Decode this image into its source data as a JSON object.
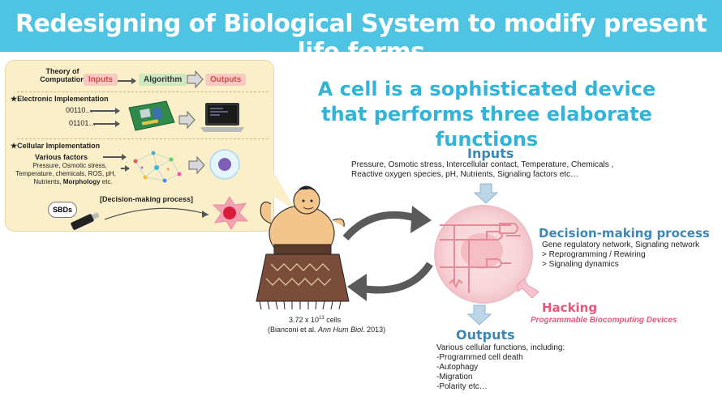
{
  "banner": {
    "title": "Redesigning of Biological System to modify present life forms"
  },
  "headline": {
    "line1": "A cell is a sophisticated device",
    "line2": "that performs three elaborate functions"
  },
  "panel": {
    "theory_label": "Theory of\nComputation",
    "chips": {
      "inputs": "Inputs",
      "algorithm": "Algorithm",
      "outputs": "Outputs"
    },
    "electronic_title": "★Electronic Implementation",
    "bits": [
      "00110…",
      "01101…"
    ],
    "cellular_title": "★Cellular Implementation",
    "various_factors": "Various factors",
    "factors_text_1": "Pressure, Osmotic stress,",
    "factors_text_2": "Temperature, chemicals, ROS, pH,",
    "factors_text_3": "Nutrients,",
    "factors_morph": "Morphology",
    "factors_etc": " etc.",
    "decision_label": "[Decision-making process]",
    "sbds": "SBDs"
  },
  "figure": {
    "cells_count_prefix": "3.72 x 10",
    "cells_count_exp": "13",
    "cells_count_suffix": " cells",
    "citation_prefix": "(Bianconi et al. ",
    "citation_journal": "Ann Hum Biol",
    "citation_suffix": ". 2013)"
  },
  "inputs": {
    "title": "Inputs",
    "line1": "Pressure, Osmotic stress, Intercellular contact, Temperature, Chemicals ,",
    "line2": "Reactive oxygen species, pH, Nutrients, Signaling factors  etc…"
  },
  "decision": {
    "title": "Decision-making process",
    "line1": "Gene regulatory network, Signaling network",
    "line2": "> Reprogramming / Rewiring",
    "line3": "> Signaling dynamics"
  },
  "hacking": {
    "title": "Hacking",
    "subtitle": "Programmable Biocomputing Devices"
  },
  "outputs": {
    "title": "Outputs",
    "lines": [
      "Various cellular functions, including:",
      "-Programmed cell death",
      "-Autophagy",
      "-Migration",
      "-Polarity etc…"
    ]
  },
  "colors": {
    "banner": "#4ec3e2",
    "headline": "#33b3d8",
    "section_title": "#3a87b8",
    "hacking": "#e8577a",
    "panel_bg": "#fbefc9"
  }
}
